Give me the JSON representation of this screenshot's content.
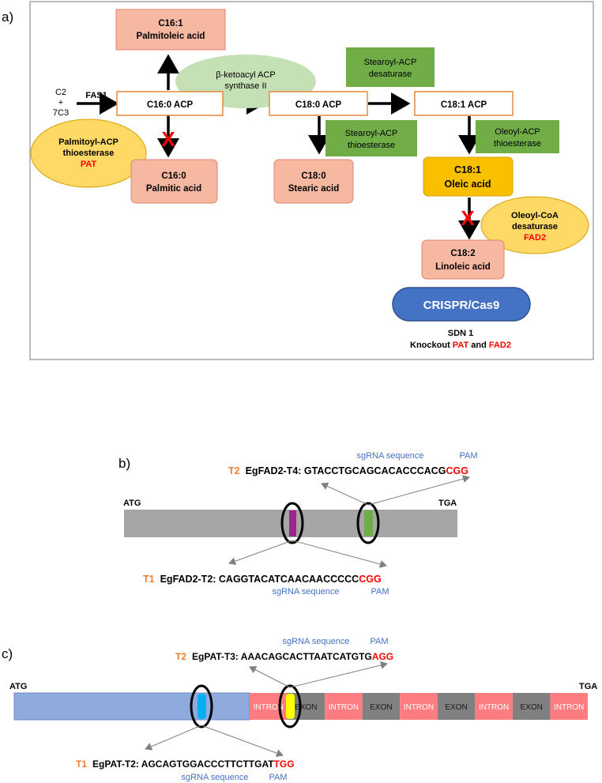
{
  "colors": {
    "salmon_fill": "#f6b8a0",
    "salmon_stroke": "#e0836a",
    "acp_stroke": "#e8883a",
    "green_box": "#70ad47",
    "light_green_ellipse": "#c5e0b4",
    "yellow_ellipse": "#ffd966",
    "yellow_stroke": "#d6a000",
    "oleic_fill": "#f9c000",
    "crispr_fill": "#4472c4",
    "red_text": "#ff0000",
    "orange_text": "#ed7d31",
    "blue_text": "#4472c4",
    "gray_bar": "#a6a6a6",
    "purple_mark": "#a0228c",
    "green_mark": "#70ad47",
    "blue_exon": "#8faadc",
    "intron_fill": "#ff7c80",
    "exon_fill": "#808080",
    "cyan_mark": "#00b0f0",
    "yellow_mark": "#ffff00"
  },
  "panel_a": {
    "label": "a)",
    "input": {
      "line1": "C2",
      "line2": "+",
      "line3": "7C3"
    },
    "fas1": "FAS1",
    "c16_1": {
      "line1": "C16:1",
      "line2": "Palmitoleic acid"
    },
    "c16_0_acp": "C16:0 ACP",
    "c18_0_acp": "C18:0 ACP",
    "c18_1_acp": "C18:1 ACP",
    "c16_0": {
      "line1": "C16:0",
      "line2": "Palmitic acid"
    },
    "c18_0": {
      "line1": "C18:0",
      "line2": "Stearic acid"
    },
    "c18_1": {
      "line1": "C18:1",
      "line2": "Oleic acid"
    },
    "c18_2": {
      "line1": "C18:2",
      "line2": "Linoleic acid"
    },
    "ketoacyl": {
      "line1": "β-ketoacyl ACP",
      "line2": "synthase II"
    },
    "stearoyl_desat": {
      "line1": "Stearoyl-ACP",
      "line2": "desaturase"
    },
    "stearoyl_thio": {
      "line1": "Stearoyl-ACP",
      "line2": "thioesterase"
    },
    "oleoyl_thio": {
      "line1": "Oleoyl-ACP",
      "line2": "thioesterase"
    },
    "pat": {
      "line1": "Palmitoyl-ACP",
      "line2": "thioesterase",
      "line3": "PAT"
    },
    "fad2": {
      "line1": "Oleoyl-CoA",
      "line2": "desaturase",
      "line3": "FAD2"
    },
    "crispr": "CRISPR/Cas9",
    "sdn": "SDN 1",
    "knockout": {
      "prefix": "Knockout ",
      "gene1": "PAT",
      "mid": " and ",
      "gene2": "FAD2"
    },
    "cross_mark": "X"
  },
  "panel_b": {
    "label": "b)",
    "atg": "ATG",
    "tga": "TGA",
    "t2": {
      "tag": "T2",
      "name": "EgFAD2-T4: ",
      "seq": "GTACCTGCAGCACACCCACG",
      "pam": "CGG",
      "sgrna_label": "sgRNA sequence",
      "pam_label": "PAM"
    },
    "t1": {
      "tag": "T1",
      "name": "EgFAD2-T2: ",
      "seq": "CAGGTACATCAACAACCCCC",
      "pam": "CGG",
      "sgrna_label": "sgRNA sequence",
      "pam_label": "PAM"
    }
  },
  "panel_c": {
    "label": "c)",
    "atg": "ATG",
    "tga": "TGA",
    "segments": [
      "INTRON",
      "EXON",
      "INTRON",
      "EXON",
      "INTRON",
      "EXON",
      "INTRON",
      "EXON",
      "INTRON"
    ],
    "t2": {
      "tag": "T2",
      "name": "EgPAT-T3: ",
      "seq": "AAACAGCACTTAATCATGTG",
      "pam": "AGG",
      "sgrna_label": "sgRNA sequence",
      "pam_label": "PAM"
    },
    "t1": {
      "tag": "T1",
      "name": "EgPAT-T2: ",
      "seq": "AGCAGTGGACCCTTCTTGAT",
      "pam": "TGG",
      "sgrna_label": "sgRNA sequence",
      "pam_label": "PAM"
    }
  }
}
